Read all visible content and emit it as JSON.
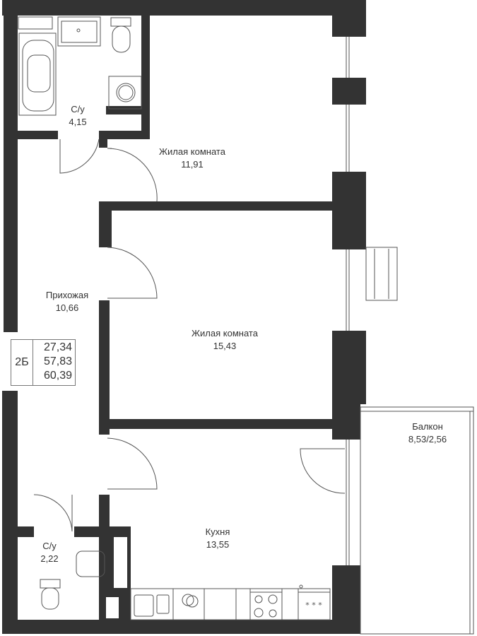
{
  "rooms": [
    {
      "name": "С/у",
      "area": "4,15"
    },
    {
      "name": "Жилая комната",
      "area": "11,91"
    },
    {
      "name": "Прихожая",
      "area": "10,66"
    },
    {
      "name": "Жилая комната",
      "area": "15,43"
    },
    {
      "name": "Балкон",
      "area": "8,53/2,56"
    },
    {
      "name": "Кухня",
      "area": "13,55"
    },
    {
      "name": "С/у",
      "area": "2,22"
    }
  ],
  "info": {
    "type": "2Б",
    "living_area": "27,34",
    "total_area": "57,83",
    "total_with_balcony": "60,39"
  },
  "colors": {
    "wall": "#333333",
    "line": "#555555",
    "background": "#ffffff"
  }
}
